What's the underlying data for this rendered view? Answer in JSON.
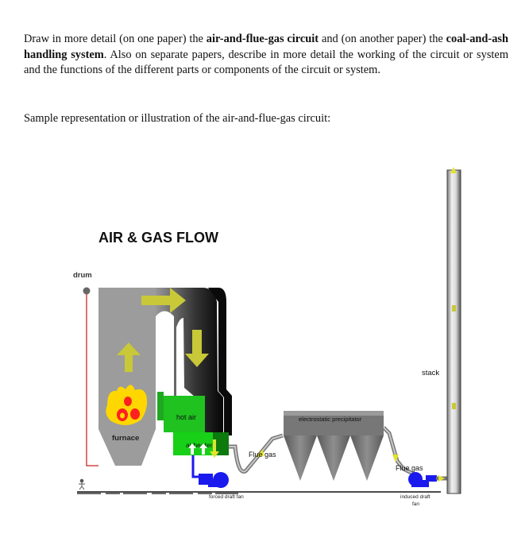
{
  "instructions": {
    "p1": "Draw in more detail (on one paper) the ",
    "b1": "air-and-flue-gas circuit",
    "p2": " and (on another paper) the ",
    "b2": "coal-and-ash handling system",
    "p3": ". Also on separate papers, describe in more detail the working of the circuit or system and the functions of the different parts or components of the circuit or system."
  },
  "sample_caption": "Sample representation or illustration of the air-and-flue-gas circuit:",
  "diagram": {
    "title": "AIR & GAS FLOW",
    "labels": {
      "drum": "drum",
      "furnace": "furnace",
      "hot_air": "hot air",
      "airheater": "airheater",
      "flue_gas_1": "Flue gas",
      "esp": "electrostatic precipitator",
      "flue_gas_2": "Flue gas",
      "stack": "stack",
      "forced_draft_fan": "forced draft fan",
      "induced_draft_fan_1": "induced draft",
      "induced_draft_fan_2": "fan"
    },
    "colors": {
      "furnace_gray": "#9a9a9a",
      "duct_black": "#111111",
      "airheater_green": "#1fbf1f",
      "fan_blue": "#1a1aee",
      "arrow_yellow": "#d8d840",
      "drum_line_red": "#cc2222",
      "flame_yellow": "#ffd700",
      "flame_red": "#ff2020"
    }
  }
}
